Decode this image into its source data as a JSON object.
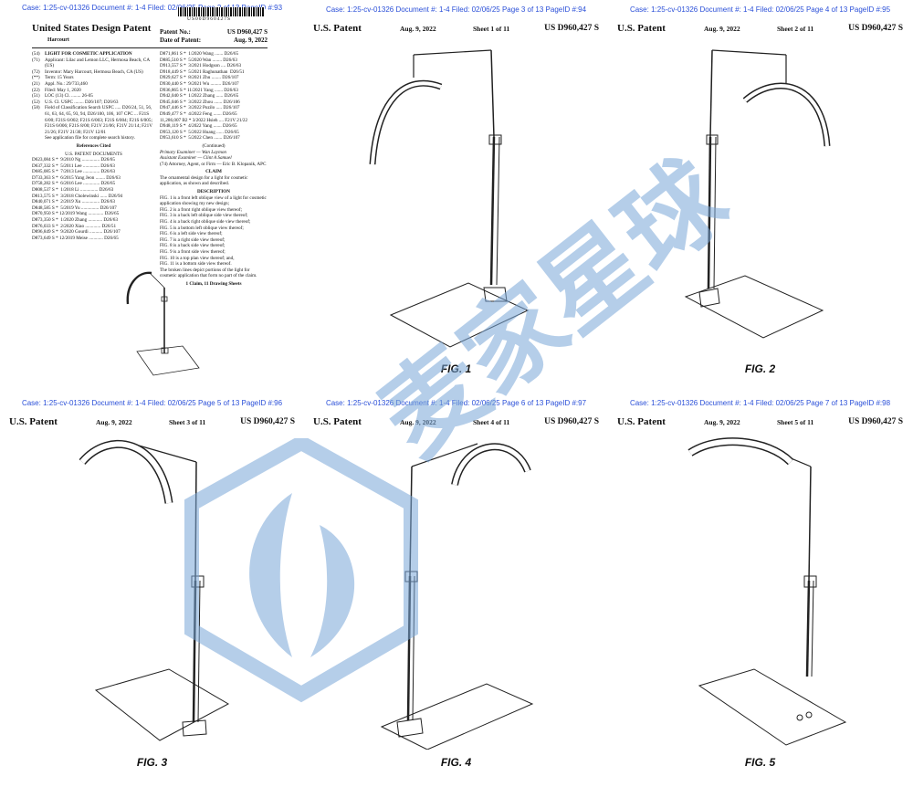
{
  "panels": [
    {
      "case_line": "Case: 1:25-cv-01326 Document #: 1-4 Filed: 02/06/25 Page 2 of 13 PageID #:93",
      "cover": {
        "barcode_number": "US00D960427S",
        "title": "United States Design Patent",
        "inventor_short": "Harcourt",
        "patent_no_label": "Patent No.:",
        "patent_no": "US D960,427 S",
        "date_label": "Date of Patent:",
        "date": "Aug. 9, 2022",
        "fields_left": [
          {
            "num": "(54)",
            "text": "LIGHT FOR COSMETIC APPLICATION"
          },
          {
            "num": "(71)",
            "text": "Applicant: Lilac and Lemon LLC, Hermosa Beach, CA (US)"
          },
          {
            "num": "(72)",
            "text": "Inventor: Mary Harcourt, Hermosa Beach, CA (US)"
          },
          {
            "num": "(**)",
            "text": "Term: 15 Years"
          },
          {
            "num": "(21)",
            "text": "Appl. No.: 29/733,460"
          },
          {
            "num": "(22)",
            "text": "Filed: May 1, 2020"
          },
          {
            "num": "(51)",
            "text": "LOC (13) Cl. ........ 26-05"
          },
          {
            "num": "(52)",
            "text": "U.S. Cl. USPC ........ D26/107; D26/63"
          },
          {
            "num": "(58)",
            "text": "Field of Classification Search USPC ..... D26/24, 51, 56, 61, 63, 64, 65, 93, 94, D26/100, 106, 107 CPC ... F21S 6/00; F21S 6/002; F21S 6/003; F21S 6/004; F21S 6/005; F21S 6/006; F21S 8/00; F21V 21/06; F21V 21/14; F21V 21/26; F21V 21/30; F21V 12/01"
          },
          {
            "num": "",
            "text": "See application file for complete search history."
          }
        ],
        "refs_heading": "References Cited",
        "refs_subheading": "U.S. PATENT DOCUMENTS",
        "refs": [
          "D623,084 S *  9/2010 Ng ............... D26/65",
          "D637,332 S *  5/2011 Lee .............. D26/63",
          "D685,085 S *  7/2013 Lee .............. D26/63",
          "D733,363 S *  6/2015 Yang Jeon ........ D26/63",
          "D758,282 S *  6/2016 Lee .............. D26/65",
          "D808,537 S *  1/2018 Li ............... D26/63",
          "D813,575 S *  3/2018 Cholewinski ...... D26/94",
          "D840,071 S *  2/2019 Xu ............... D26/63",
          "D848,585 S *  5/2019 Yu ............... D26/107",
          "D870,950 S * 12/2019 Wang ............. D26/65",
          "D873,350 S *  1/2020 Zhang ............ D26/63",
          "D876,033 S *  2/2020 Xiao ............. D26/51",
          "D896,849 S *  9/2020 Gourdi ........... D26/107",
          "D873,649 S * 12/2019 Meise ............ D26/65"
        ],
        "refs_right": [
          "D871,861 S *  1/2020 Wang ....... D26/65",
          "D885,510 S *  5/2020 Wan ........ D26/63",
          "D913,557 S *  3/2021 Hodgson .... D26/63",
          "D918,449 S *  5/2021 Raghunathan  D26/51",
          "D929,627 S *  8/2021 Zhu ........ D26/107",
          "D930,440 S *  9/2021 Wu ......... D26/107",
          "D936,865 S * 11/2021 Yang ....... D26/63",
          "D942,040 S *  1/2022 Zhang ...... D26/65",
          "D945,046 S *  3/2022 Zhou ....... D26/106",
          "D947,446 S *  3/2022 Puzilo ..... D26/107",
          "D949,477 S *  4/2022 Feng ....... D26/65",
          "11,286,007 B2 * 3/2022 Hsieh .... F21V 21/22",
          "D948,119 S *  4/2022 Yang ....... D26/65",
          "D953,120 S *  5/2022 Huang ...... D26/65",
          "D953,610 S *  5/2022 Chen ....... D26/107"
        ],
        "continued": "(Continued)",
        "examiners": [
          "Primary Examiner — Wan Laymon",
          "Assistant Examiner — Clint A Samuel",
          "(74) Attorney, Agent, or Firm — Eric B. Klopanik, APC"
        ],
        "claim_heading": "CLAIM",
        "claim_text": "The ornamental design for a light for cosmetic application, as shown and described.",
        "desc_heading": "DESCRIPTION",
        "desc_lines": [
          "FIG. 1 is a front left oblique view of a light for cosmetic application showing my new design;",
          "FIG. 2 is a front right oblique view thereof;",
          "FIG. 3 is a back left oblique side view thereof;",
          "FIG. 4 is a back right oblique side view thereof;",
          "FIG. 5 is a bottom left oblique view thereof;",
          "FIG. 6 is a left side view thereof;",
          "FIG. 7 is a right side view thereof;",
          "FIG. 8 is a back side view thereof;",
          "FIG. 9 is a front side view thereof;",
          "FIG. 10 is a top plan view thereof; and,",
          "FIG. 11 is a bottom side view thereof.",
          "The broken lines depict portions of the light for cosmetic application that form no part of the claim."
        ],
        "claims_sheets": "1 Claim, 11 Drawing Sheets"
      }
    },
    {
      "case_line": "Case: 1:25-cv-01326 Document #: 1-4 Filed: 02/06/25 Page 3 of 13 PageID #:94",
      "header_left": "U.S. Patent",
      "header_date": "Aug. 9, 2022",
      "header_sheet": "Sheet 1 of 11",
      "header_patent": "US D960,427 S",
      "fig_label": "FIG. 1"
    },
    {
      "case_line": "Case: 1:25-cv-01326 Document #: 1-4 Filed: 02/06/25 Page 4 of 13 PageID #:95",
      "header_left": "U.S. Patent",
      "header_date": "Aug. 9, 2022",
      "header_sheet": "Sheet 2 of 11",
      "header_patent": "US D960,427 S",
      "fig_label": "FIG. 2"
    },
    {
      "case_line": "Case: 1:25-cv-01326 Document #: 1-4 Filed: 02/06/25 Page 5 of 13 PageID #:96",
      "header_left": "U.S. Patent",
      "header_date": "Aug. 9, 2022",
      "header_sheet": "Sheet 3 of 11",
      "header_patent": "US D960,427 S",
      "fig_label": "FIG. 3"
    },
    {
      "case_line": "Case: 1:25-cv-01326 Document #: 1-4 Filed: 02/06/25 Page 6 of 13 PageID #:97",
      "header_left": "U.S. Patent",
      "header_date": "Aug. 9, 2022",
      "header_sheet": "Sheet 4 of 11",
      "header_patent": "US D960,427 S",
      "fig_label": "FIG. 4"
    },
    {
      "case_line": "Case: 1:25-cv-01326 Document #: 1-4 Filed: 02/06/25 Page 7 of 13 PageID #:98",
      "header_left": "U.S. Patent",
      "header_date": "Aug. 9, 2022",
      "header_sheet": "Sheet 5 of 11",
      "header_patent": "US D960,427 S",
      "fig_label": "FIG. 5"
    }
  ],
  "watermark": {
    "text": "麦家星球",
    "color": "#7aa7d8"
  }
}
